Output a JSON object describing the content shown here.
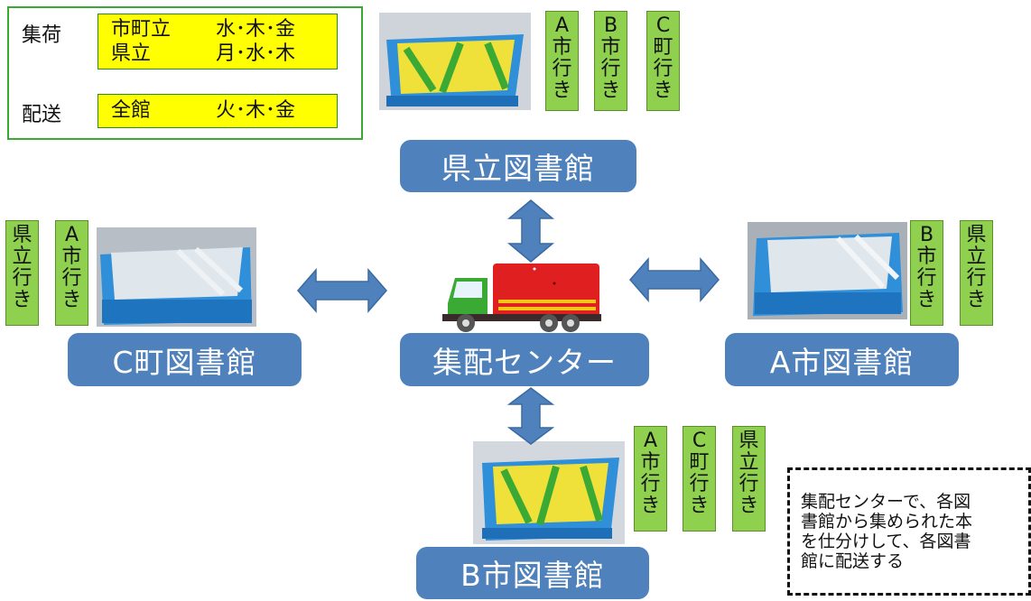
{
  "schedule": {
    "collection_label": "集荷",
    "collection_rows": [
      {
        "who": "市町立",
        "days": "水･木･金"
      },
      {
        "who": "県立",
        "days": "月･水･木"
      }
    ],
    "delivery_label": "配送",
    "delivery_rows": [
      {
        "who": "全館",
        "days": "火･木･金"
      }
    ]
  },
  "libraries": {
    "prefectural": "県立図書館",
    "c_town": "C町図書館",
    "center": "集配センター",
    "a_city": "A市図書館",
    "b_city": "B市図書館"
  },
  "tags": {
    "prefectural": [
      [
        "A",
        "市",
        "行",
        "き"
      ],
      [
        "B",
        "市",
        "行",
        "き"
      ],
      [
        "C",
        "町",
        "行",
        "き"
      ]
    ],
    "c_town": [
      [
        "県",
        "立",
        "行",
        "き"
      ],
      [
        "A",
        "市",
        "行",
        "き"
      ]
    ],
    "a_city": [
      [
        "B",
        "市",
        "行",
        "き"
      ],
      [
        "県",
        "立",
        "行",
        "き"
      ]
    ],
    "b_city": [
      [
        "A",
        "市",
        "行",
        "き"
      ],
      [
        "C",
        "町",
        "行",
        "き"
      ],
      [
        "県",
        "立",
        "行",
        "き"
      ]
    ]
  },
  "note": {
    "lines": [
      "集配センターで、各図",
      "書館から集められた本",
      "を仕分けして、各図書",
      "館に配送する"
    ]
  },
  "colors": {
    "library_box": "#4f81bd",
    "arrow": "#4f81bd",
    "tag": "#8fd14f",
    "schedule_cell": "#ffff00",
    "schedule_border": "#3aaa35",
    "truck_cargo": "#e02020",
    "truck_cab": "#3aaa35"
  },
  "icons": {
    "truck": "delivery-truck-icon",
    "crate": "book-crate-photo"
  }
}
